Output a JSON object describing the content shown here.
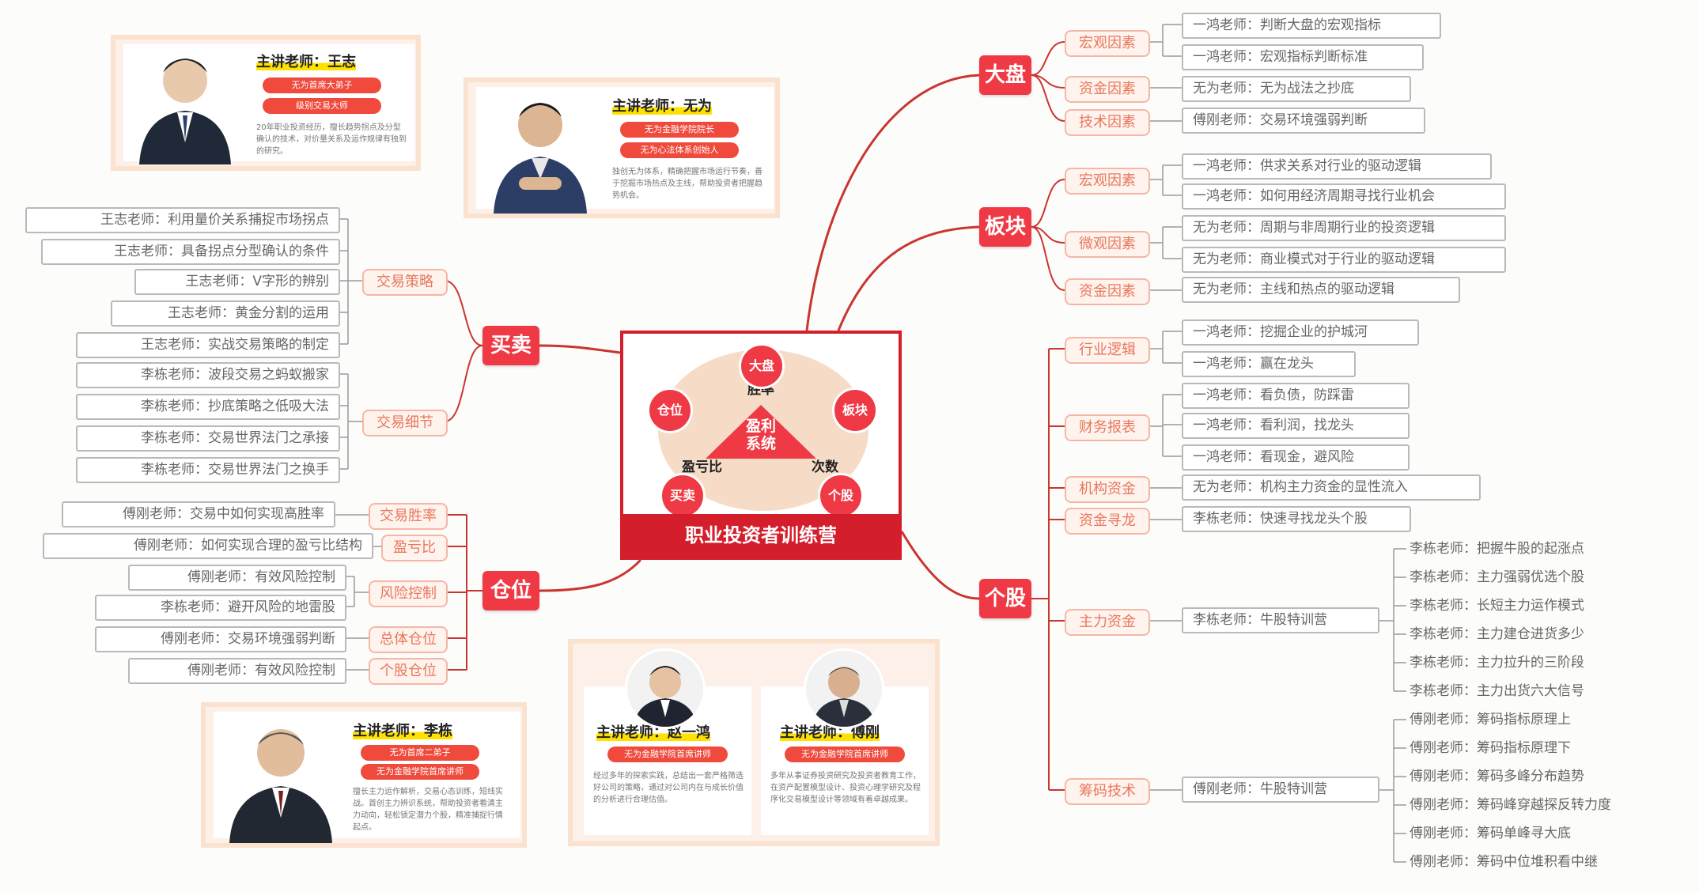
{
  "center": {
    "title": "职业投资者训练营",
    "core": "盈利\n系统",
    "labels": {
      "top": "胜率",
      "left": "盈亏比",
      "right": "次数"
    },
    "bubbles": {
      "top": "大盘",
      "left": "仓位",
      "right": "板块",
      "bottom_left": "买卖",
      "bottom_right": "个股"
    }
  },
  "hubs": {
    "dapan": "大盘",
    "bankuai": "板块",
    "gegu": "个股",
    "maimai": "买卖",
    "cangwei": "仓位"
  },
  "dapan": {
    "cats": [
      "宏观因素",
      "资金因素",
      "技术因素"
    ],
    "leaves": [
      "一鸿老师：判断大盘的宏观指标",
      "一鸿老师：宏观指标判断标准",
      "无为老师：无为战法之抄底",
      "傅刚老师：交易环境强弱判断"
    ]
  },
  "bankuai": {
    "cats": [
      "宏观因素",
      "微观因素",
      "资金因素"
    ],
    "leaves": [
      "一鸿老师：供求关系对行业的驱动逻辑",
      "一鸿老师：如何用经济周期寻找行业机会",
      "无为老师：周期与非周期行业的投资逻辑",
      "无为老师：商业模式对于行业的驱动逻辑",
      "无为老师：主线和热点的驱动逻辑"
    ]
  },
  "gegu": {
    "cats": [
      "行业逻辑",
      "财务报表",
      "机构资金",
      "资金寻龙",
      "主力资金",
      "筹码技术"
    ],
    "leaves": [
      "一鸿老师：挖掘企业的护城河",
      "一鸿老师：赢在龙头",
      "一鸿老师：看负债，防踩雷",
      "一鸿老师：看利润，找龙头",
      "一鸿老师：看现金，避风险",
      "无为老师：机构主力资金的显性流入",
      "李栋老师：快速寻找龙头个股",
      "李栋老师：牛股特训营",
      "傅刚老师：牛股特训营"
    ],
    "zhuli": [
      "李栋老师：把握牛股的起涨点",
      "李栋老师：主力强弱优选个股",
      "李栋老师：长短主力运作模式",
      "李栋老师：主力建仓进货多少",
      "李栋老师：主力拉升的三阶段",
      "李栋老师：主力出货六大信号"
    ],
    "chouma": [
      "傅刚老师：筹码指标原理上",
      "傅刚老师：筹码指标原理下",
      "傅刚老师：筹码多峰分布趋势",
      "傅刚老师：筹码峰穿越探反转力度",
      "傅刚老师：筹码单峰寻大底",
      "傅刚老师：筹码中位堆积看中继"
    ]
  },
  "maimai": {
    "cats": [
      "交易策略",
      "交易细节"
    ],
    "leaves": [
      "王志老师：利用量价关系捕捉市场拐点",
      "王志老师：具备拐点分型确认的条件",
      "王志老师：V字形的辨别",
      "王志老师：黄金分割的运用",
      "王志老师：实战交易策略的制定",
      "李栋老师：波段交易之蚂蚁搬家",
      "李栋老师：抄底策略之低吸大法",
      "李栋老师：交易世界法门之承接",
      "李栋老师：交易世界法门之换手"
    ]
  },
  "cangwei": {
    "cats": [
      "交易胜率",
      "盈亏比",
      "风险控制",
      "总体仓位",
      "个股仓位"
    ],
    "leaves": [
      "傅刚老师：交易中如何实现高胜率",
      "傅刚老师：如何实现合理的盈亏比结构",
      "傅刚老师：有效风险控制",
      "李栋老师：避开风险的地雷股",
      "傅刚老师：交易环境强弱判断",
      "傅刚老师：有效风险控制"
    ]
  },
  "teachers": {
    "wangzhi": {
      "name": "主讲老师：王志",
      "tags": [
        "无为首席大弟子",
        "级别交易大师"
      ],
      "desc": "20年职业投资经历，擅长趋势拐点及分型确认的技术，对价量关系及运作规律有独到的研究。"
    },
    "wuwei": {
      "name": "主讲老师：无为",
      "tags": [
        "无为金融学院院长",
        "无为心法体系创始人"
      ],
      "desc": "独创无为体系，精确把握市场运行节奏，善于挖掘市场热点及主线，帮助投资者把握趋势机会。"
    },
    "lidong": {
      "name": "主讲老师：李栋",
      "tags": [
        "无为首席二弟子",
        "无为金融学院首席讲师"
      ],
      "desc": "擅长主力运作解析，交易心态训练，短线实战。首创主力辨识系统，帮助投资者看清主力动向，轻松锁定潜力个股，精准捕捉行情起点。"
    },
    "zhaoyihong": {
      "name": "主讲老师：赵一鸿",
      "tags": [
        "无为金融学院首席讲师"
      ],
      "desc": "经过多年的探索实践，总结出一套严格筛选好公司的策略，通过对公司内在与成长价值的分析进行合理估值。"
    },
    "fugang": {
      "name": "主讲老师：傅刚",
      "tags": [
        "无为金融学院首席讲师"
      ],
      "desc": "多年从事证券投资研究及投资者教育工作，在资产配置模型设计、投资心理学研究及程序化交易模型设计等领域有着卓越成果。"
    }
  },
  "colors": {
    "accent": "#ef3a45",
    "dark_red": "#d41e2c",
    "line": "#c9352f",
    "cat_border": "#f6b6a6",
    "cat_text": "#e8775c"
  }
}
